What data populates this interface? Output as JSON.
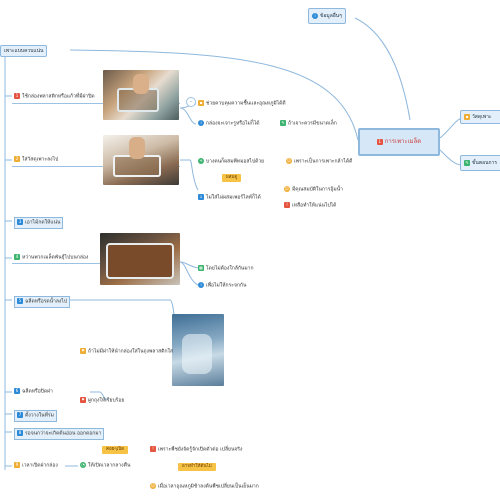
{
  "central": {
    "label": "การเพาะเมล็ด",
    "badge": "1"
  },
  "top_right": {
    "label": "ข้อมูลอื่นๆ"
  },
  "right_1": {
    "label": "วัสดุเพาะ"
  },
  "right_2": {
    "label": "ขั้นตอนการ"
  },
  "main_branch": {
    "label": "เพาะแบบควบแน่น"
  },
  "steps": [
    {
      "n": "1",
      "label": "ใช้กล่องพลาสติกหรือแก้วที่มีฝาปิด"
    },
    {
      "n": "2",
      "label": "ใส่วัสดุเพาะลงไป"
    },
    {
      "n": "3",
      "label": "เอาไม้กดให้แน่น"
    },
    {
      "n": "4",
      "label": "หว่านพวกเมล็ดพันธุ์ไปบนกล่อง"
    },
    {
      "n": "5",
      "label": "ฉลีดหรือรดน้ำลงไป"
    },
    {
      "n": "6",
      "label": "ฉลีดหรือปิดฝา"
    },
    {
      "n": "7",
      "label": "ตั้งวางในที่ร่ม"
    },
    {
      "n": "8",
      "label": "รอจนกว่าจะเกิดต้นอ่อน ออกดอกมา"
    },
    {
      "n": "9",
      "label": "เวลาเปิดฝากล่อง"
    }
  ],
  "step1_notes": {
    "a": "ช่วยควบคุมความชื้นและอุณหภูมิได้ดี",
    "b": "กล่องจะเจาะรูหรือไม่ก็ได้",
    "c": "ถ้าเจาะควรมีขนาดเล็ก"
  },
  "step2_notes": {
    "a": "บางคนก็ผสมพีทมอสไปด้วย",
    "a_sub": "เพราะเป็นการเพาะกล้าได้ดี",
    "tag": "ผสมดู",
    "b": "ไม่ใส่ไม่ผสมเพอร์ไลท์ก็ได้",
    "b_sub1": "มีคุณสมบัติในการอุ้มน้ำ",
    "b_sub2": "เหลือทำให้แน่นไปได้"
  },
  "step4_notes": {
    "a": "โดยไม่ต้องใกล้กันมาก",
    "b": "เพื่อไม่ให้กระจกกัน"
  },
  "step5_notes": {
    "a": "ถ้าไม่มีฝาให้นำกล่องใส่ในถุงพลาสติกใส"
  },
  "step6_notes": {
    "a": "ผูกถุงให้เรียบร้อย"
  },
  "step9_notes": {
    "tag1": "ค่อยๆเปิด",
    "a": "ให้เปิดเวลากลางคืน",
    "a_sub1": "เพราะพืชยังจัดรู้จักเปิดตัวต่อ เปลี่ยนจริง",
    "tag2": "อาจทำให้ต้นไม่",
    "a_sub2": "เมื่อเวลาอุณหภูมิช้าลงต้นพืชเปลี่ยนเป็นเย็นมาก"
  }
}
